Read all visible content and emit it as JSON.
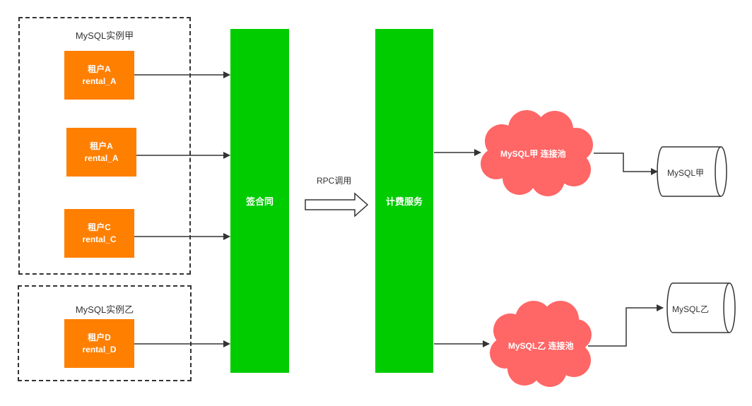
{
  "colors": {
    "tenant": "#ff7f00",
    "bar": "#00cc00",
    "cloud": "#ff6666",
    "line": "#333333"
  },
  "groups": [
    {
      "label": "MySQL实例甲"
    },
    {
      "label": "MySQL实例乙"
    }
  ],
  "tenants": [
    {
      "name": "租户A",
      "db": "rental_A"
    },
    {
      "name": "租户A",
      "db": "rental_A"
    },
    {
      "name": "租户C",
      "db": "rental_C"
    },
    {
      "name": "租户D",
      "db": "rental_D"
    }
  ],
  "services": {
    "contract": "签合同",
    "billing": "计费服务"
  },
  "rpc_label": "RPC调用",
  "pools": [
    {
      "label": "MySQL甲 连接池"
    },
    {
      "label": "MySQL乙 连接池"
    }
  ],
  "databases": [
    {
      "label": "MySQL甲"
    },
    {
      "label": "MySQL乙"
    }
  ]
}
